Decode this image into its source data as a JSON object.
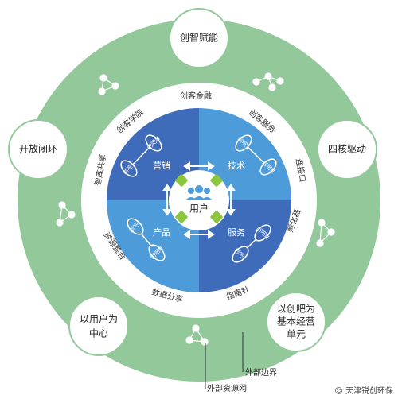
{
  "outer_nodes": {
    "top": "创智赋能",
    "left": "开放闭环",
    "right": "四核驱动",
    "bottom_left_line1": "以用户为",
    "bottom_left_line2": "中心",
    "bottom_right_line1": "以创吧为",
    "bottom_right_line2": "基本经营",
    "bottom_right_line3": "单元"
  },
  "ring_labels": {
    "top": "创客金融",
    "top_left": "创客学院",
    "top_right": "创客服务",
    "left": "智库共享",
    "right": "连接口",
    "bottom_left": "资源整合",
    "bottom_right": "孵化器",
    "bottom": "数据分享",
    "bottom_right2": "指南针"
  },
  "quadrants": {
    "top_left": "营销",
    "top_right": "技术",
    "bottom_left": "产品",
    "bottom_right": "服务"
  },
  "center": "用户",
  "pills": {
    "a1": "创吧1",
    "a2": "创吧N",
    "b1": "创吧1",
    "b2": "创吧N",
    "c1": "创吧1",
    "c2": "创吧N",
    "d1": "创吧1",
    "d2": "创吧N"
  },
  "callouts": {
    "external_boundary": "外部边界",
    "external_network": "外部资源网"
  },
  "watermark": "天津锐创环保",
  "colors": {
    "outer_ring": "#93c89a",
    "outer_node": "#ffffff",
    "inner_band": "#ffffff",
    "q_dark": "#3f6cba",
    "q_light": "#4d9bd9",
    "center": "#ffffff",
    "people": "#4d9bd9",
    "puzzle": "#8cc63f"
  }
}
